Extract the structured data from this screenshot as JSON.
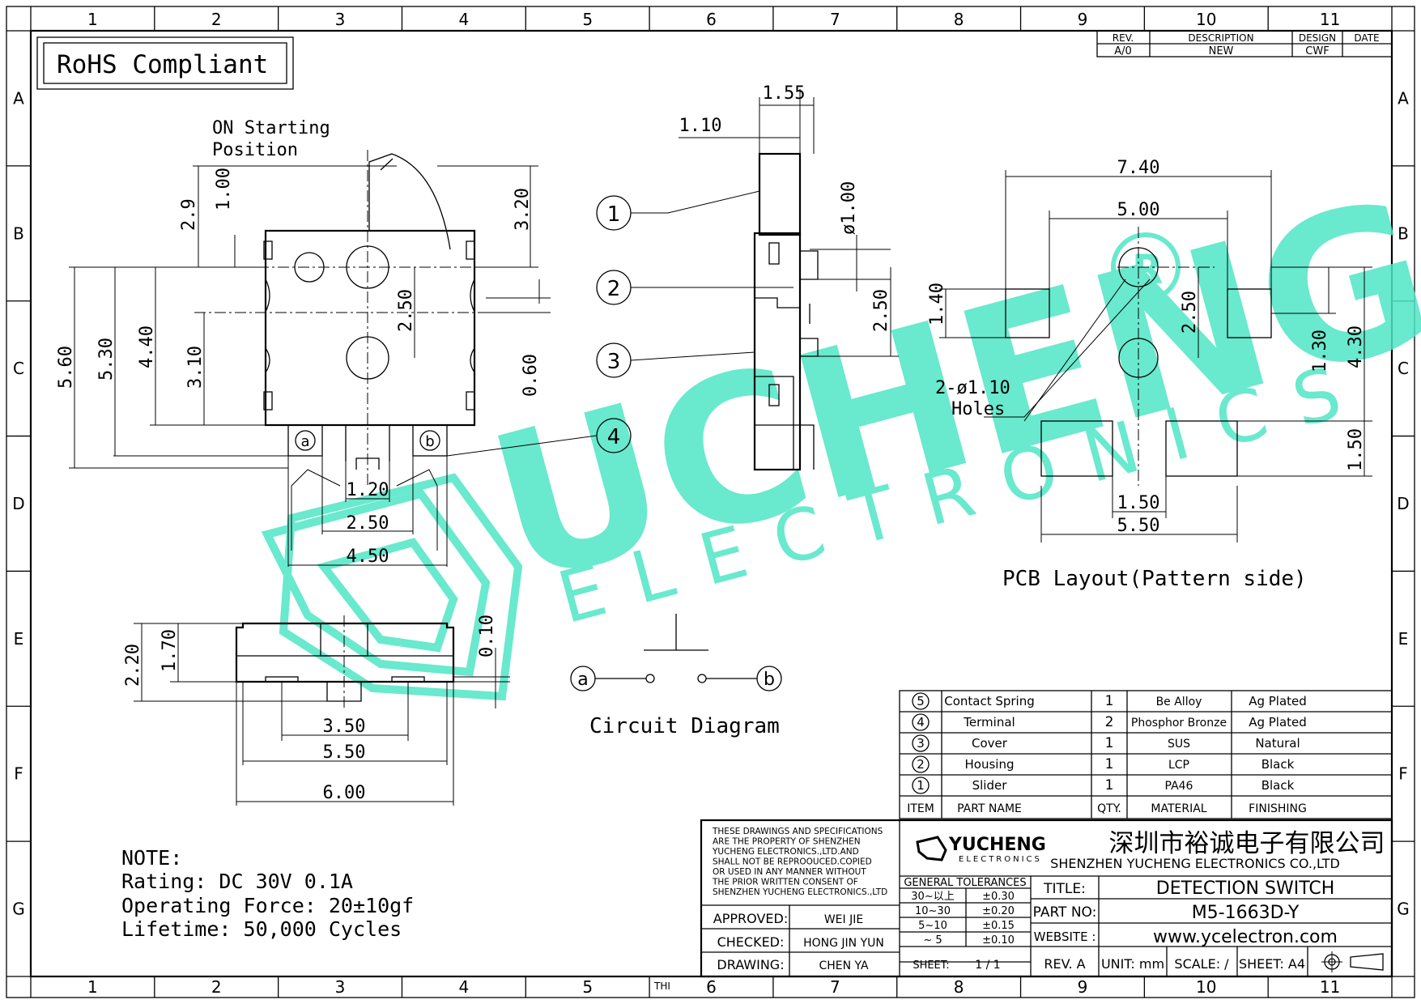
{
  "grid": {
    "columns": [
      "1",
      "2",
      "3",
      "4",
      "5",
      "6",
      "7",
      "8",
      "9",
      "10",
      "11"
    ],
    "rows": [
      "A",
      "B",
      "C",
      "D",
      "E",
      "F",
      "G"
    ]
  },
  "rohs": "RoHS Compliant",
  "revision": {
    "headers": [
      "REV.",
      "DESCRIPTION",
      "DESIGN",
      "DATE"
    ],
    "row": [
      "A/0",
      "NEW",
      "CWF",
      ""
    ]
  },
  "top_view": {
    "note": [
      "ON Starting",
      "Position"
    ],
    "dims": {
      "d29": "2.9",
      "d100": "1.00",
      "d320": "3.20",
      "d560": "5.60",
      "d530": "5.30",
      "d440": "4.40",
      "d310": "3.10",
      "d250": "2.50",
      "d060": "0.60",
      "d120": "1.20",
      "d250b": "2.50",
      "d450": "4.50"
    },
    "terminals": [
      "a",
      "b"
    ]
  },
  "side_view": {
    "dims": {
      "d155": "1.55",
      "d110": "1.10",
      "d100": "ø1.00",
      "d250": "2.50"
    },
    "callouts": [
      "1",
      "2",
      "3",
      "4"
    ]
  },
  "front_view": {
    "dims": {
      "d220": "2.20",
      "d170": "1.70",
      "d010": "0.10",
      "d350": "3.50",
      "d550": "5.50",
      "d600": "6.00"
    }
  },
  "pcb": {
    "dims": {
      "d740": "7.40",
      "d500": "5.00",
      "d140": "1.40",
      "d250": "2.50",
      "d130": "1.30",
      "d430": "4.30",
      "d150": "1.50",
      "d150b": "1.50",
      "d550": "5.50"
    },
    "holes": [
      "2-ø1.10",
      "Holes"
    ],
    "caption": "PCB  Layout(Pattern  side)"
  },
  "circuit": {
    "caption": "Circuit  Diagram",
    "nodes": [
      "a",
      "b"
    ]
  },
  "notes": [
    "NOTE:",
    "Rating:  DC  30V  0.1A",
    "Operating  Force:  20±10gf",
    "Lifetime:    50,000  Cycles"
  ],
  "bom": {
    "header": [
      "ITEM",
      "PART  NAME",
      "QTY.",
      "MATERIAL",
      "FINISHING"
    ],
    "rows": [
      [
        "5",
        "Contact  Spring",
        "1",
        "Be  Alloy",
        "Ag  Plated"
      ],
      [
        "4",
        "Terminal",
        "2",
        "Phosphor  Bronze",
        "Ag  Plated"
      ],
      [
        "3",
        "Cover",
        "1",
        "SUS",
        "Natural"
      ],
      [
        "2",
        "Housing",
        "1",
        "LCP",
        "Black"
      ],
      [
        "1",
        "Slider",
        "1",
        "PA46",
        "Black"
      ]
    ]
  },
  "title_block": {
    "disclaimer": [
      "THESE DRAWINGS AND SPECIFICATIONS",
      "ARE THE PROPERTY OF SHENZHEN",
      "YUCHENG ELECTRONICS.,LTD.AND",
      "SHALL NOT BE REPROOUCED.COPIED",
      "OR USED IN ANY MANNER WITHOUT",
      "THE PRIOR WRITTEN CONSENT OF",
      "SHENZHEN YUCHENG ELECTRONICS.,LTD"
    ],
    "logo_text": "YUCHENG",
    "logo_sub": "ELECTRONICS",
    "company_cn": "深圳市裕诚电子有限公司",
    "company_en": "SHENZHEN YUCHENG ELECTRONICS CO.,LTD",
    "tolerances_title": "GENERAL TOLERANCES",
    "tolerances": [
      [
        "30~以上",
        "±0.30"
      ],
      [
        "10~30",
        "±0.20"
      ],
      [
        "5~10",
        "±0.15"
      ],
      [
        "~ 5",
        "±0.10"
      ]
    ],
    "approved_label": "APPROVED:",
    "approved": "WEI JIE",
    "checked_label": "CHECKED:",
    "checked": "HONG JIN YUN",
    "drawing_label": "DRAWING:",
    "drawing": "CHEN YA",
    "title_label": "TITLE:",
    "title": "DETECTION SWITCH",
    "part_label": "PART NO:",
    "part": "M5-1663D-Y",
    "website_label": "WEBSITE :",
    "website": "www.ycelectron.com",
    "sheet_label": "SHEET:",
    "sheet": "1 / 1",
    "rev": "REV. A",
    "unit": "UNIT: mm",
    "scale": "SCALE: /",
    "size": "SHEET: A4",
    "thi": "THI"
  },
  "watermark": {
    "main": "UCHENG",
    "sub": "ELECTRONICS",
    "color": "#4ee6c4"
  }
}
